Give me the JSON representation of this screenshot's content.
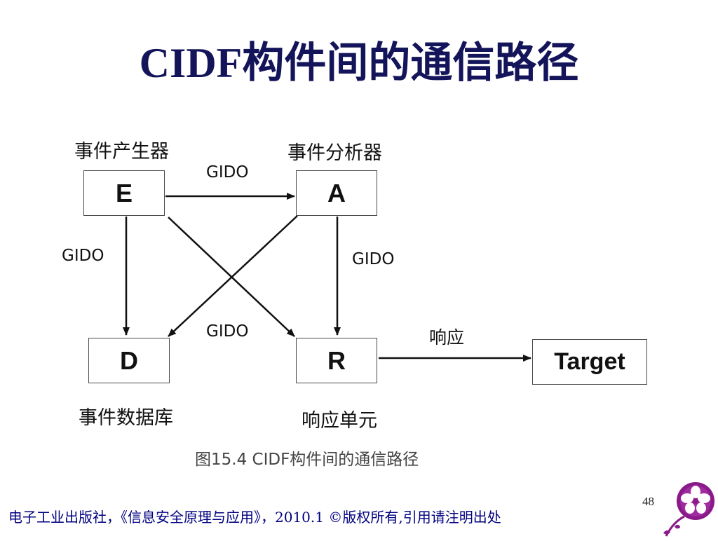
{
  "slide": {
    "title": "CIDF构件间的通信路径",
    "page_number": "48",
    "footer": "电子工业出版社，《信息安全原理与应用》，2010.1    ©版权所有,引用请注明出处"
  },
  "diagram": {
    "caption": "图15.4 CIDF构件间的通信路径",
    "nodes": [
      {
        "id": "E",
        "text": "E",
        "label": "事件产生器"
      },
      {
        "id": "A",
        "text": "A",
        "label": "事件分析器"
      },
      {
        "id": "D",
        "text": "D",
        "label": "事件数据库"
      },
      {
        "id": "R",
        "text": "R",
        "label": "响应单元"
      },
      {
        "id": "Target",
        "text": "Target",
        "label": ""
      }
    ],
    "edge_labels": {
      "e_to_a": "GIDO",
      "e_to_d": "GIDO",
      "a_to_r": "GIDO",
      "cross": "GIDO",
      "r_to_target": "响应"
    },
    "edges": [
      {
        "from": "E",
        "to": "A"
      },
      {
        "from": "E",
        "to": "D"
      },
      {
        "from": "E",
        "to": "R"
      },
      {
        "from": "A",
        "to": "D"
      },
      {
        "from": "A",
        "to": "R"
      },
      {
        "from": "R",
        "to": "Target"
      }
    ]
  },
  "colors": {
    "title": "#14145a",
    "footer": "#000080",
    "box_border": "#4a4a4a",
    "arrow": "#111111",
    "logo_flower": "#8a1a8a"
  },
  "icons": {
    "logo": "flower-logo-icon"
  }
}
